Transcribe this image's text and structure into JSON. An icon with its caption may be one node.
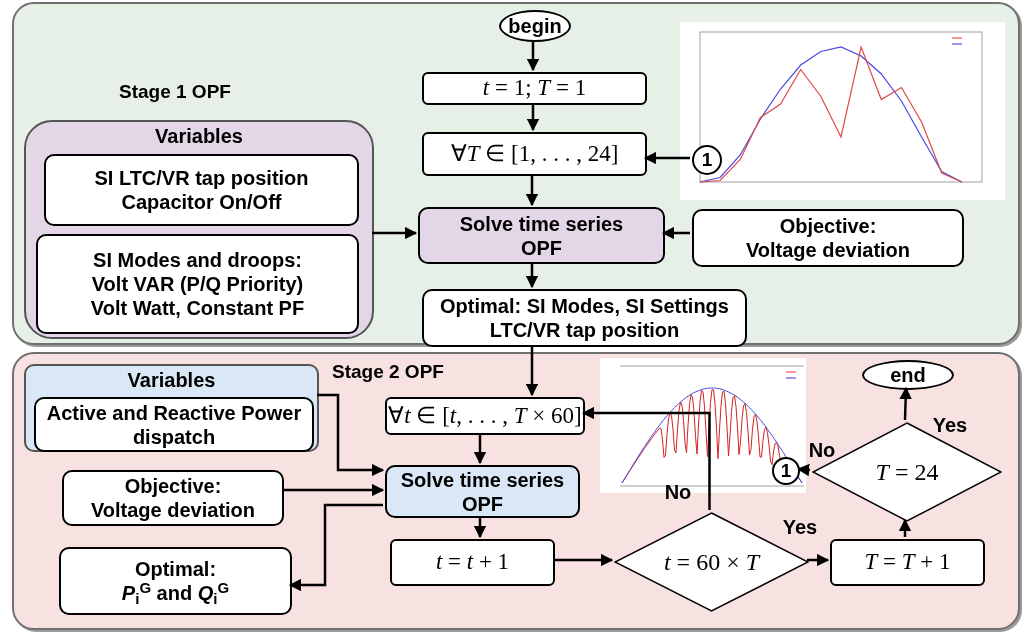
{
  "diagram": {
    "nodes": [
      {
        "text": [
          "Stage 1 OPF"
        ]
      },
      {
        "text": [
          "begin"
        ],
        "in": 0
      },
      {
        "text": [
          "*t* = 1; *T* = 1"
        ],
        "in": 0
      },
      {
        "text": [
          "∀*T* ∈ [1, . . . , 24]"
        ],
        "in": 0
      },
      {
        "text": [
          "1"
        ],
        "in": 0
      },
      {
        "text": [
          "Variables"
        ],
        "in": 0
      },
      {
        "text": [
          "SI LTC/VR tap position Capacitor On/Off"
        ],
        "in": 5
      },
      {
        "text": [
          "SI Modes and droops: Volt VAR (P/Q Priority) Volt Watt, Constant PF"
        ],
        "in": 5
      },
      {
        "text": [
          "Solve time series OPF"
        ],
        "in": 0
      },
      {
        "text": [
          "Objective:",
          "Voltage deviation"
        ],
        "in": 0
      },
      {
        "text": [
          "Optimal: SI Modes, SI Settings LTC/VR tap position"
        ],
        "in": 0
      },
      {
        "text": [
          "Stage 2 OPF"
        ]
      },
      {
        "text": [
          "Variables"
        ],
        "in": 11
      },
      {
        "text": [
          "Active and Reactive Power dispatch"
        ],
        "in": 12
      },
      {
        "text": [
          "∀*t* ∈ [*t*, . . . , *T* × 60]"
        ],
        "in": 11
      },
      {
        "text": [
          "Solve time series OPF"
        ],
        "in": 11
      },
      {
        "text": [
          "Objective:",
          "Voltage deviation"
        ],
        "in": 11
      },
      {
        "text": [
          "Optimal:",
          "*P*$_{i}$$^{G}$ and *Q*$_{i}$$^{G}$"
        ],
        "in": 11
      },
      {
        "text": [
          "*t* = *t* + 1"
        ],
        "in": 11
      },
      {
        "text": [
          "*t* = 60 × *T*"
        ],
        "in": 11
      },
      {
        "text": [
          "*T* = *T* + 1"
        ],
        "in": 11
      },
      {
        "text": [
          "*T* = 24"
        ],
        "in": 11
      },
      {
        "text": [
          "end"
        ],
        "in": 11
      },
      {
        "text": [
          "1"
        ],
        "in": 11
      }
    ],
    "edges": [
      {
        "from": 1,
        "to": 2,
        "arrow": "to"
      },
      {
        "from": 2,
        "to": 3,
        "arrow": "to"
      },
      {
        "from": 4,
        "to": 3,
        "arrow": "to"
      },
      {
        "from": 3,
        "to": 8,
        "arrow": "to"
      },
      {
        "from": 5,
        "to": 8,
        "arrow": "to"
      },
      {
        "from": 9,
        "to": 8,
        "arrow": "to"
      },
      {
        "from": 8,
        "to": 10,
        "arrow": "to"
      },
      {
        "from": 10,
        "to": 14,
        "arrow": "to"
      },
      {
        "from": 14,
        "to": 15,
        "arrow": "to"
      },
      {
        "from": 12,
        "to": 15,
        "arrow": "to"
      },
      {
        "from": 16,
        "to": 15,
        "arrow": "to"
      },
      {
        "from": 15,
        "to": 17,
        "arrow": "to"
      },
      {
        "from": 15,
        "to": 18,
        "arrow": "to"
      },
      {
        "from": 18,
        "to": 19,
        "arrow": "to"
      },
      {
        "from": 19,
        "to": 20,
        "label": "Yes",
        "arrow": "to"
      },
      {
        "from": 19,
        "to": 14,
        "label": "No",
        "arrow": "to"
      },
      {
        "from": 20,
        "to": 21,
        "arrow": "to"
      },
      {
        "from": 21,
        "to": 22,
        "label": "Yes",
        "arrow": "to"
      },
      {
        "from": 21,
        "to": 23,
        "label": "No",
        "arrow": "to"
      }
    ]
  }
}
